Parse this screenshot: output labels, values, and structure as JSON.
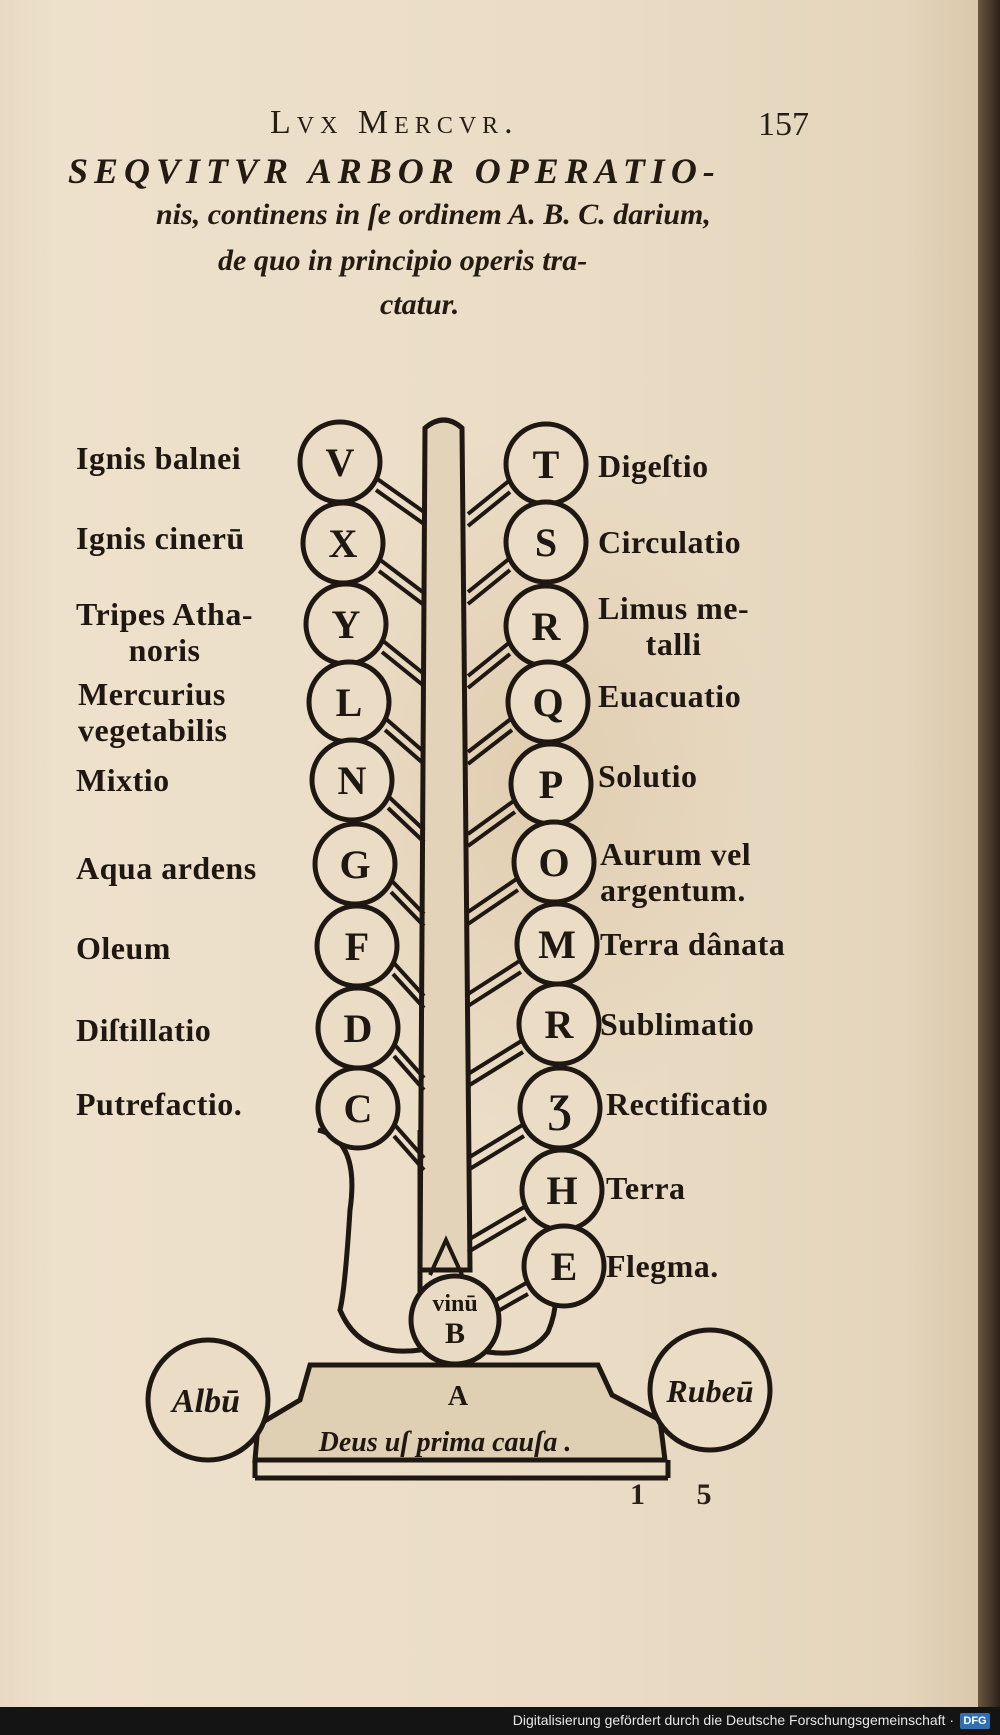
{
  "running_head": "Lvx Mercvr.",
  "page_number": "157",
  "title": {
    "line1": "SEQVITVR ARBOR OPERATIO-",
    "line2": "nis, continens in ſe ordinem A. B. C. darium,",
    "line3": "de quo in principio operis tra-",
    "line4": "ctatur."
  },
  "left_circles": [
    "V",
    "X",
    "Y",
    "L",
    "N",
    "G",
    "F",
    "D",
    "C"
  ],
  "right_circles": [
    "T",
    "S",
    "R",
    "Q",
    "P",
    "O",
    "M",
    "R",
    "Ʒ",
    "H",
    "E"
  ],
  "left_labels": [
    "Ignis balnei",
    "Ignis cinerū",
    "Tripes Atha-\nnoris",
    "Mercurius\nvegetabilis",
    "Mixtio",
    "Aqua ardens",
    "Oleum",
    "Diſtillatio",
    "Putrefactio."
  ],
  "right_labels": [
    "Digeſtio",
    "Circulatio",
    "Limus me-\ntalli",
    "Euacuatio",
    "Solutio",
    "Aurum vel\nargentum.",
    "Terra dânata",
    "Sublimatio",
    "Rectificatio",
    "Terra",
    "Flegma."
  ],
  "base": {
    "root_top": "vinū",
    "root_letter": "B",
    "pedestal_letter": "A",
    "pedestal_text": "Deus uſ prima cauſa .",
    "left_disc": "Albū",
    "right_disc": "Rubeū"
  },
  "signature": "1 5",
  "footer": "Digitalisierung gefördert durch die Deutsche Forschungsgemeinschaft ·",
  "footer_logo": "DFG"
}
